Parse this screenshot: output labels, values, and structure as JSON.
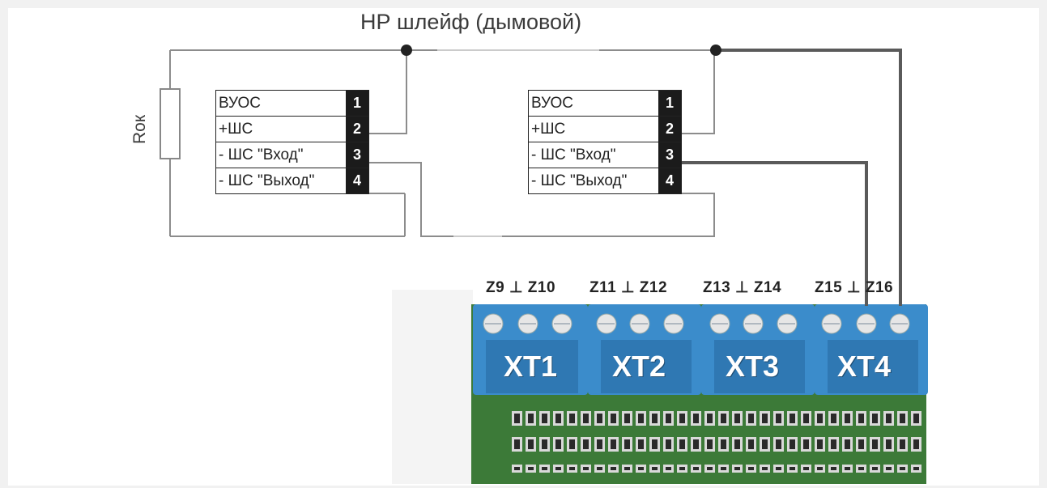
{
  "title": "НР шлейф (дымовой)",
  "resistor_label": "Rок",
  "terminal_blocks": [
    {
      "rows": [
        {
          "label": "ВУОС",
          "num": "1"
        },
        {
          "label": "+ШС",
          "num": "2"
        },
        {
          "label": "- ШС \"Вход\"",
          "num": "3"
        },
        {
          "label": "- ШС \"Выход\"",
          "num": "4"
        }
      ]
    },
    {
      "rows": [
        {
          "label": "ВУОС",
          "num": "1"
        },
        {
          "label": "+ШС",
          "num": "2"
        },
        {
          "label": "- ШС \"Вход\"",
          "num": "3"
        },
        {
          "label": "- ШС \"Выход\"",
          "num": "4"
        }
      ]
    }
  ],
  "board": {
    "zone_labels": [
      "Z9 ⊥ Z10",
      "Z11 ⊥ Z12",
      "Z13 ⊥ Z14",
      "Z15 ⊥ Z16"
    ],
    "connectors": [
      "XT1",
      "XT2",
      "XT3",
      "XT4"
    ]
  },
  "colors": {
    "wire_thin": "#8a8a8a",
    "wire_thick": "#555555",
    "connector_blue": "#3d8fcf",
    "pcb_green": "#3e7a3a"
  }
}
